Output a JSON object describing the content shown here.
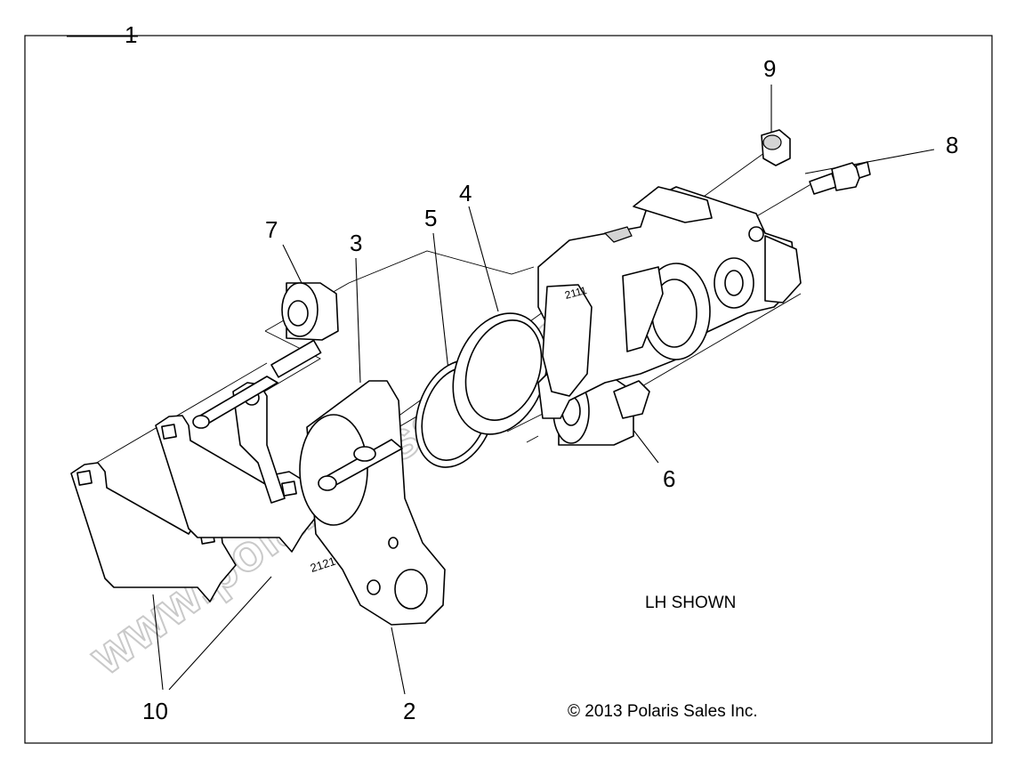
{
  "callouts": {
    "c1": "1",
    "c2": "2",
    "c3": "3",
    "c4": "4",
    "c5": "5",
    "c6": "6",
    "c7": "7",
    "c8": "8",
    "c9": "9",
    "c10": "10"
  },
  "notes": {
    "lh_shown": "LH SHOWN",
    "copyright": "© 2013 Polaris Sales Inc."
  },
  "stamps": {
    "caliper_mark": "2111",
    "bracket_mark": "2121"
  },
  "watermark": "www.polarisersatzteile.de"
}
